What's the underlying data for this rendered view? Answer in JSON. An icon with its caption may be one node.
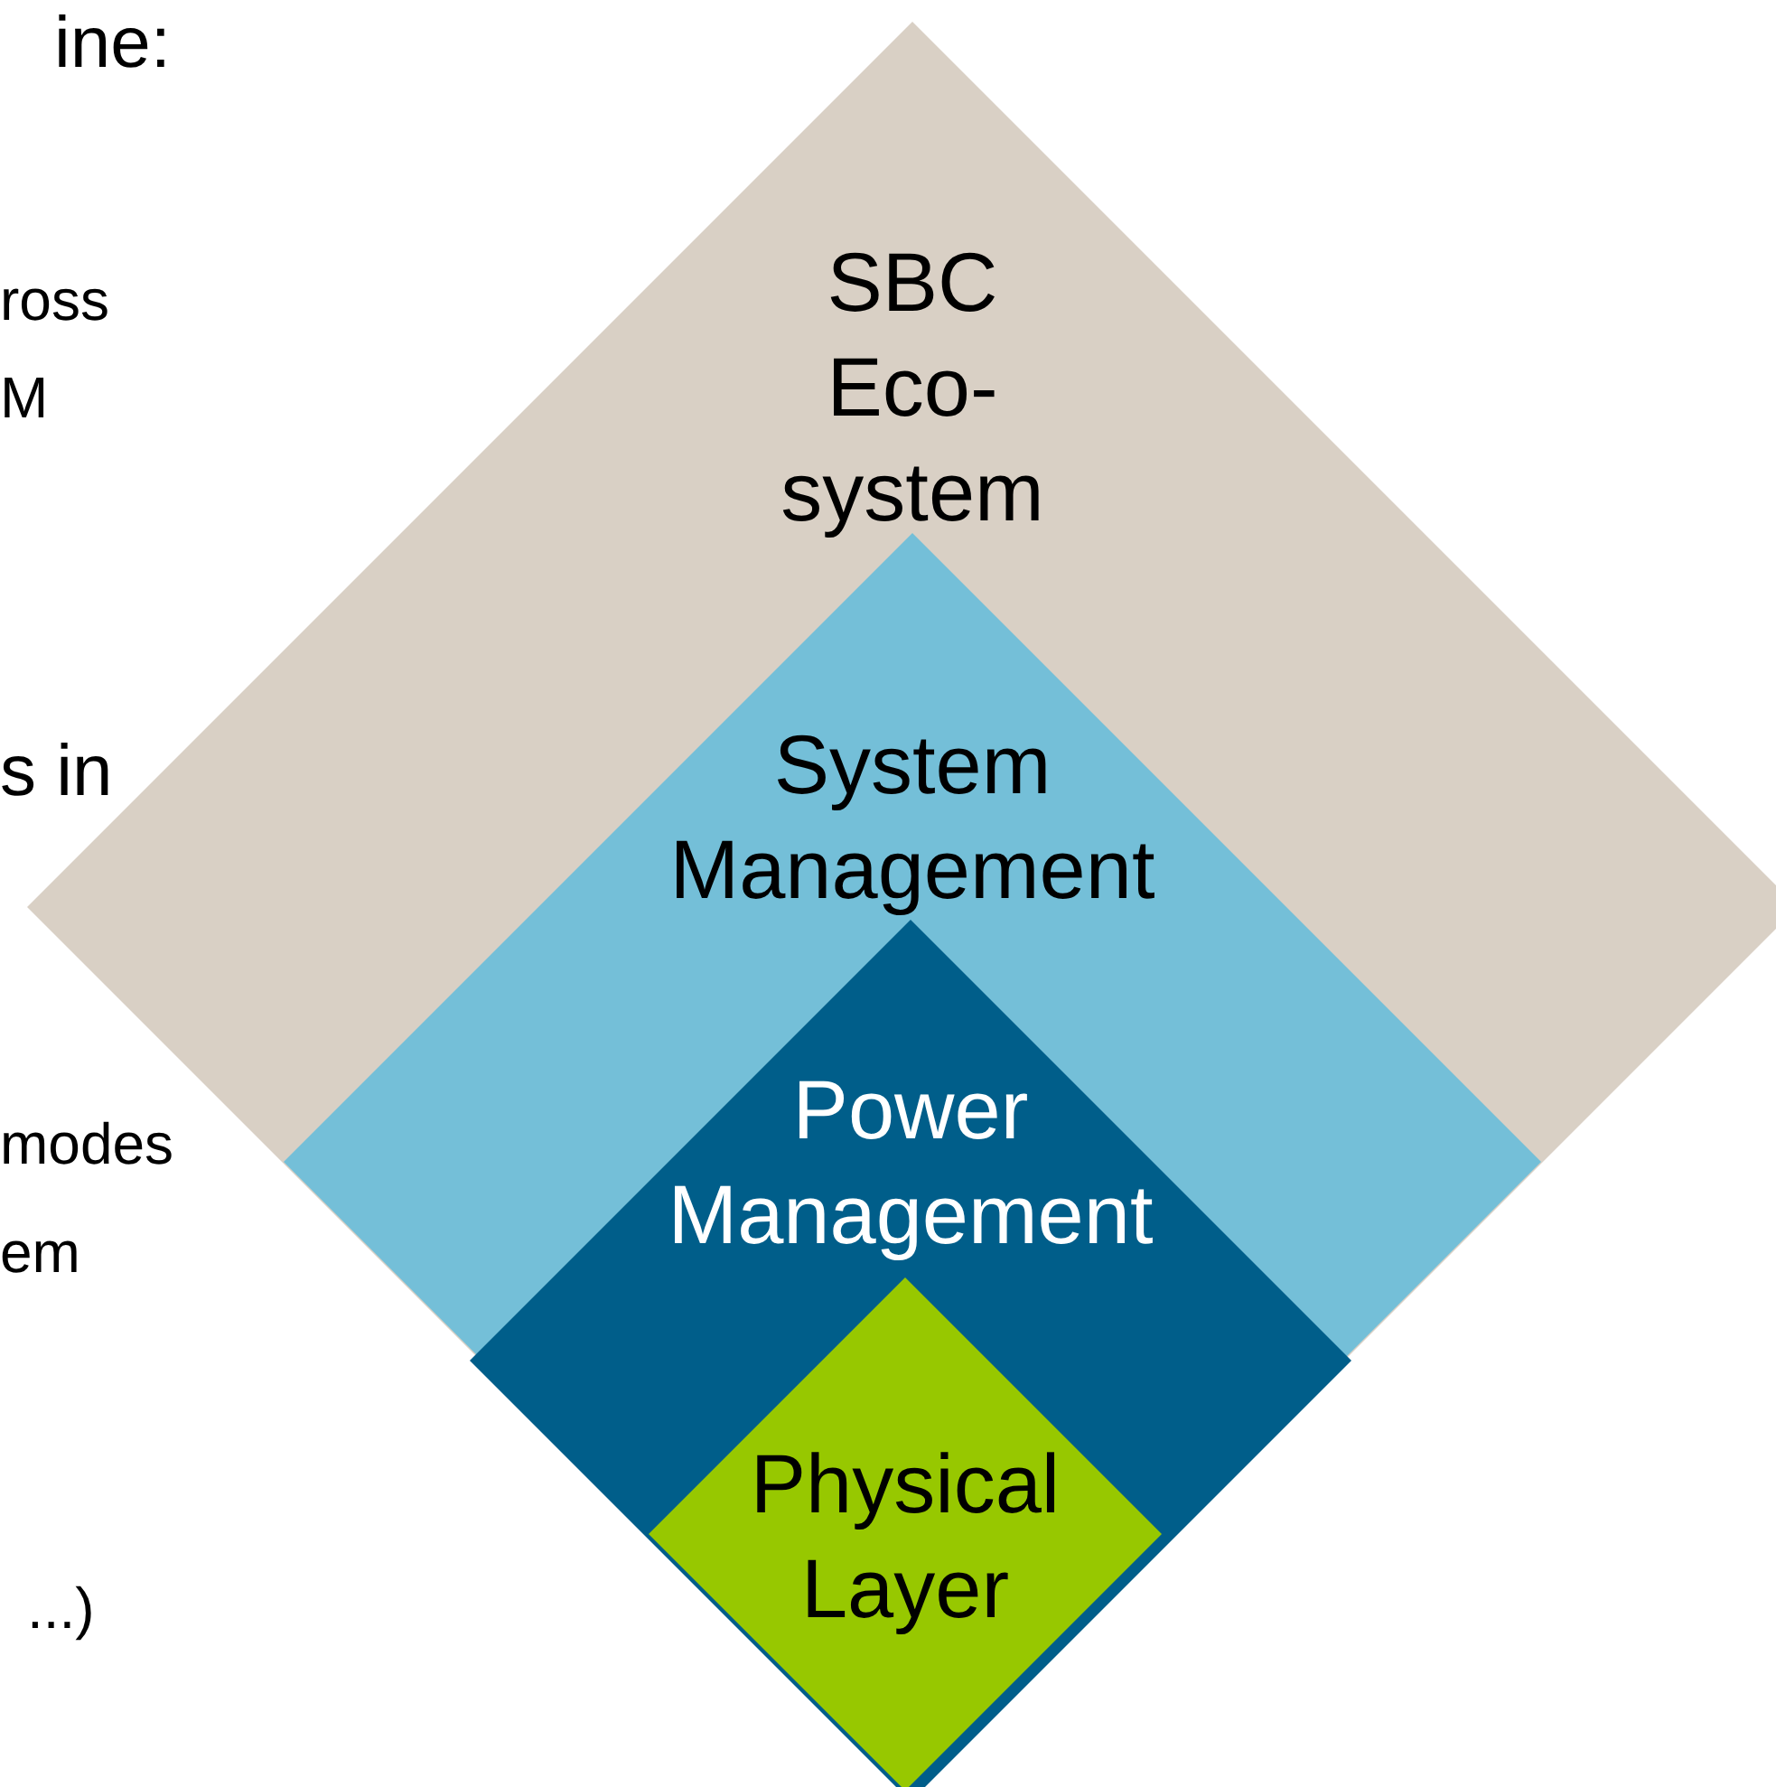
{
  "diagram": {
    "nodes": [
      {
        "text": [
          "SBC Eco-system"
        ]
      },
      {
        "text": [
          "System Management"
        ],
        "in": 0
      },
      {
        "text": [
          "Power Management"
        ],
        "in": 1
      },
      {
        "text": [
          "Physical Layer"
        ],
        "in": 2
      }
    ],
    "labels": [
      "ine:",
      "ross",
      "M",
      "s in",
      "modes",
      "em",
      "...)"
    ]
  }
}
